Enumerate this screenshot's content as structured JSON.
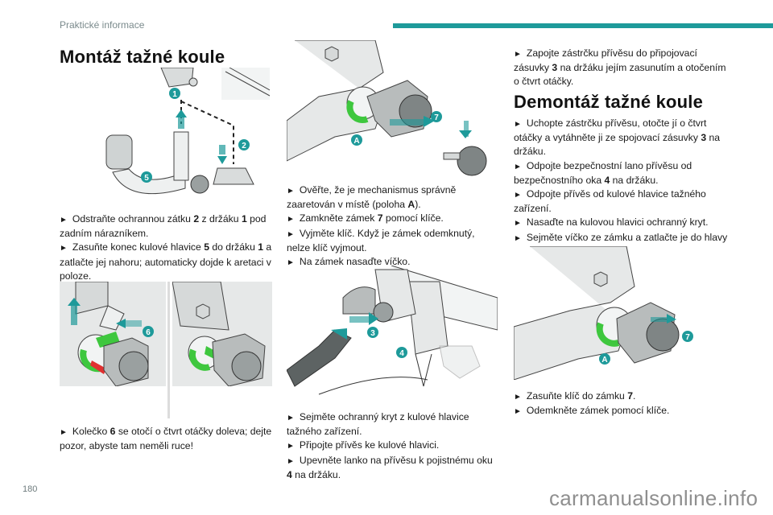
{
  "header": {
    "section_title": "Praktické informace",
    "accent_color": "#1e9a9a"
  },
  "page_number": "180",
  "watermark": "carmanualsonline.info",
  "bullet_glyph": "►",
  "sections": {
    "mount": {
      "title": "Montáž tažné koule",
      "figure1": {
        "callouts": [
          "1",
          "2",
          "5"
        ],
        "icon": "tow-ball-mount-illustration"
      },
      "text1": [
        {
          "before": "Odstraňte ochrannou zátku ",
          "b1": "2",
          "mid": " z držáku ",
          "b2": "1",
          "after": " pod zadním nárazníkem."
        },
        {
          "before": "Zasuňte konec kulové hlavice ",
          "b1": "5",
          "mid": " do držáku ",
          "b2": "1",
          "after": " a zatlačte jej nahoru; automaticky dojde k aretaci v poloze."
        }
      ],
      "figure2": {
        "callouts": [
          "6"
        ],
        "icon": "locking-wheel-rotate-illustration"
      },
      "text2": [
        {
          "before": "Kolečko ",
          "b1": "6",
          "after": " se otočí o čtvrt otáčky doleva; dejte pozor, abyste tam neměli ruce!"
        }
      ],
      "figure3": {
        "callouts": [
          "7",
          "A"
        ],
        "icon": "lock-cap-illustration"
      },
      "text3": [
        {
          "before": "Ověřte, že je mechanismus správně zaaretován v místě (poloha ",
          "b1": "A",
          "after": ")."
        },
        {
          "before": "Zamkněte zámek ",
          "b1": "7",
          "after": " pomocí klíče."
        },
        {
          "before": "Vyjměte klíč. Když je zámek odemknutý, nelze klíč vyjmout.",
          "b1": "",
          "after": ""
        },
        {
          "before": "Na zámek nasaďte víčko.",
          "b1": "",
          "after": ""
        }
      ],
      "figure4": {
        "callouts": [
          "3",
          "4"
        ],
        "icon": "trailer-socket-illustration"
      },
      "text4": [
        {
          "before": "Sejměte ochranný kryt z kulové hlavice tažného zařízení.",
          "b1": "",
          "after": ""
        },
        {
          "before": "Připojte přívěs ke kulové hlavici.",
          "b1": "",
          "after": ""
        },
        {
          "before": "Upevněte lanko na přívěsu k pojistnému oku ",
          "b1": "4",
          "after": " na držáku."
        }
      ],
      "text5": [
        {
          "before": "Zapojte zástrčku přívěsu do připojovací zásuvky ",
          "b1": "3",
          "after": " na držáku jejím zasunutím a otočením o čtvrt otáčky."
        }
      ]
    },
    "dismount": {
      "title": "Demontáž tažné koule",
      "text1": [
        {
          "before": "Uchopte zástrčku přívěsu, otočte jí o čtvrt otáčky a vytáhněte ji ze spojovací zásuvky ",
          "b1": "3",
          "after": " na držáku."
        },
        {
          "before": "Odpojte bezpečnostní lano přívěsu od bezpečnostního oka ",
          "b1": "4",
          "after": " na držáku."
        },
        {
          "before": "Odpojte přívěs od kulové hlavice tažného zařízení.",
          "b1": "",
          "after": ""
        },
        {
          "before": "Nasaďte na kulovou hlavici ochranný kryt.",
          "b1": "",
          "after": ""
        },
        {
          "before": "Sejměte víčko ze zámku a zatlačte je do hlavy klíče.",
          "b1": "",
          "after": ""
        }
      ],
      "figure": {
        "callouts": [
          "7",
          "A"
        ],
        "icon": "key-insert-illustration"
      },
      "text2": [
        {
          "before": "Zasuňte klíč do zámku ",
          "b1": "7",
          "after": "."
        },
        {
          "before": "Odemkněte zámek pomocí klíče.",
          "b1": "",
          "after": ""
        }
      ]
    }
  }
}
